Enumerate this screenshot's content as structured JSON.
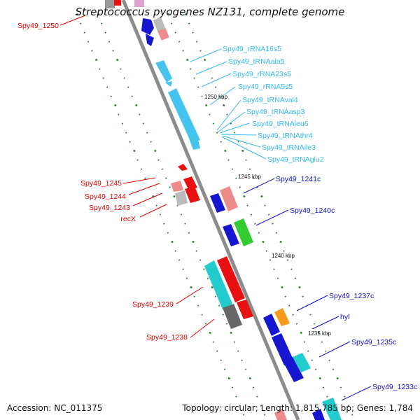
{
  "title": "Streptococcus pyogenes NZ131, complete genome",
  "footer": {
    "accession": "Accession: NC_011375",
    "topology": "Topology: circular; Length: 1,815,785 bp; Genes: 1,784"
  },
  "colors": {
    "backbone": "#8c8c8c",
    "tick": "#2a7a2a",
    "left_label": "#e00000",
    "right_label_dark": "#1010c8",
    "rna_label": "#33bbee",
    "rna_feature": "#44c4ee",
    "blue_feature": "#1616d0",
    "red_feature": "#e81010",
    "pink_feature": "#ef8a8a",
    "grey_feature": "#a0a0a0",
    "green_feature": "#33cc33",
    "teal_feature": "#22cccc",
    "orange_feature": "#f59a1a",
    "dark_grey_feature": "#666666"
  },
  "scale_labels": [
    "1250 kbp",
    "1245 kbp",
    "1240 kbp",
    "1235 kbp"
  ],
  "left_labels": [
    "Spy49_1250",
    "Spy49_1245",
    "Spy49_1244",
    "Spy49_1243",
    "recX",
    "Spy49_1239",
    "Spy49_1238"
  ],
  "rna_labels": [
    "Spy49_rRNA16s5",
    "Spy49_tRNAala5",
    "Spy49_rRNA23s5",
    "Spy49_rRNA5s5",
    "Spy49_tRNAval4",
    "Spy49_tRNAasp3",
    "Spy49_tRNAleu6",
    "Spy49_tRNAthr4",
    "Spy49_tRNAile3",
    "Spy49_tRNAglu2"
  ],
  "right_labels": [
    "Spy49_1241c",
    "Spy49_1240c",
    "Spy49_1237c",
    "hyl",
    "Spy49_1235c",
    "Spy49_1233c"
  ]
}
